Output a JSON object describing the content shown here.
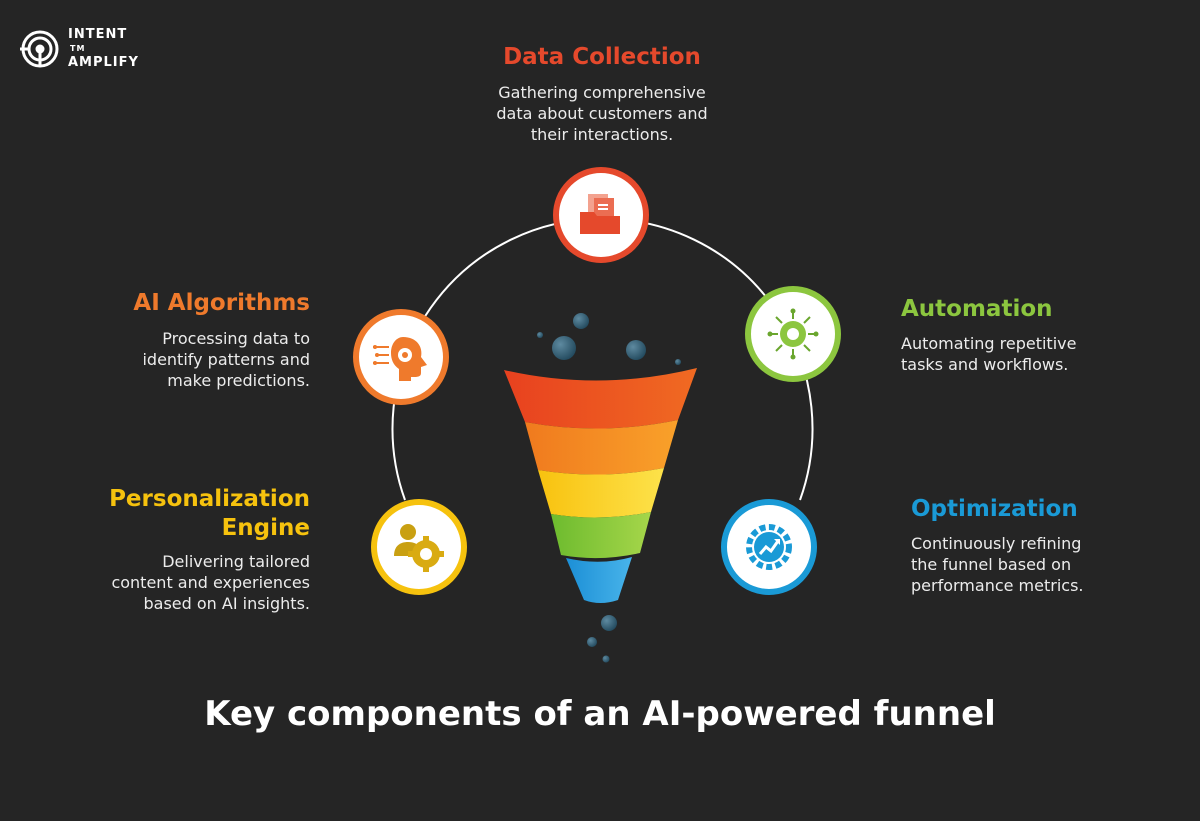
{
  "brand": {
    "line1": "INTENT",
    "line2": "AMPLIFY",
    "tm": "TM"
  },
  "components": {
    "data_collection": {
      "title": "Data Collection",
      "desc": [
        "Gathering comprehensive",
        "data about customers and",
        "their interactions."
      ],
      "color": "#e5492c",
      "icon": "folder-documents-icon"
    },
    "ai_algorithms": {
      "title": "AI Algorithms",
      "desc": [
        "Processing data to",
        "identify patterns and",
        "make predictions."
      ],
      "color": "#ef7a2c",
      "icon": "ai-head-gear-icon"
    },
    "automation": {
      "title": "Automation",
      "desc": [
        "Automating repetitive",
        "tasks and workflows."
      ],
      "color": "#8cc63f",
      "icon": "gear-circuit-icon"
    },
    "personalization_engine": {
      "title": [
        "Personalization",
        "Engine"
      ],
      "desc": [
        "Delivering tailored",
        "content and experiences",
        "based on AI insights."
      ],
      "color": "#f6c20e",
      "icon": "user-gear-icon"
    },
    "optimization": {
      "title": "Optimization",
      "desc": [
        "Continuously refining",
        "the funnel based on",
        "performance metrics."
      ],
      "color": "#1a9ad6",
      "icon": "gear-trend-icon"
    }
  },
  "footer": {
    "title": "Key components of an AI-powered funnel"
  }
}
